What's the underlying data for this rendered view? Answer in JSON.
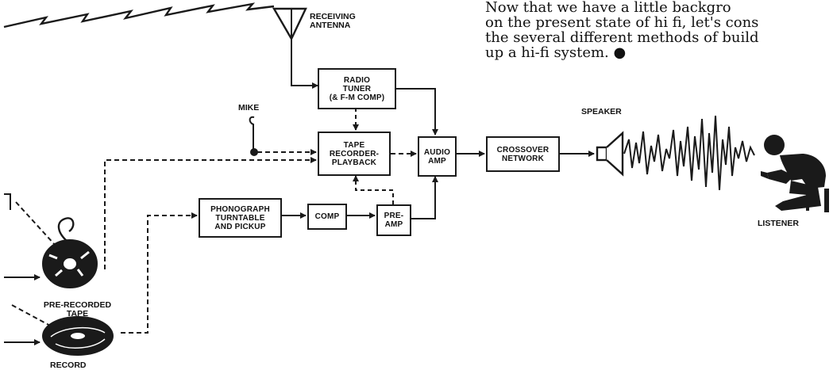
{
  "paragraph": {
    "lines": [
      "Now that we have a little backgro",
      "on the present state of hi fi, let's cons",
      "the several different methods of build",
      "up a hi-fi system. ●"
    ]
  },
  "labels": {
    "receiving_antenna": "RECEIVING\nANTENNA",
    "mike": "MIKE",
    "speaker": "SPEAKER",
    "listener": "LISTENER",
    "pre_recorded_tape": "PRE-RECORDED\nTAPE",
    "record": "RECORD"
  },
  "blocks": {
    "radio_tuner": "RADIO\nTUNER\n(& F-M COMP)",
    "tape_recorder": "TAPE\nRECORDER-\nPLAYBACK",
    "audio_amp": "AUDIO\nAMP",
    "crossover": "CROSSOVER\nNETWORK",
    "phonograph": "PHONOGRAPH\nTURNTABLE\nAND PICKUP",
    "comp": "COMP",
    "pre_amp": "PRE-\nAMP"
  },
  "colors": {
    "ink": "#1a1a1a",
    "paper": "#ffffff"
  }
}
